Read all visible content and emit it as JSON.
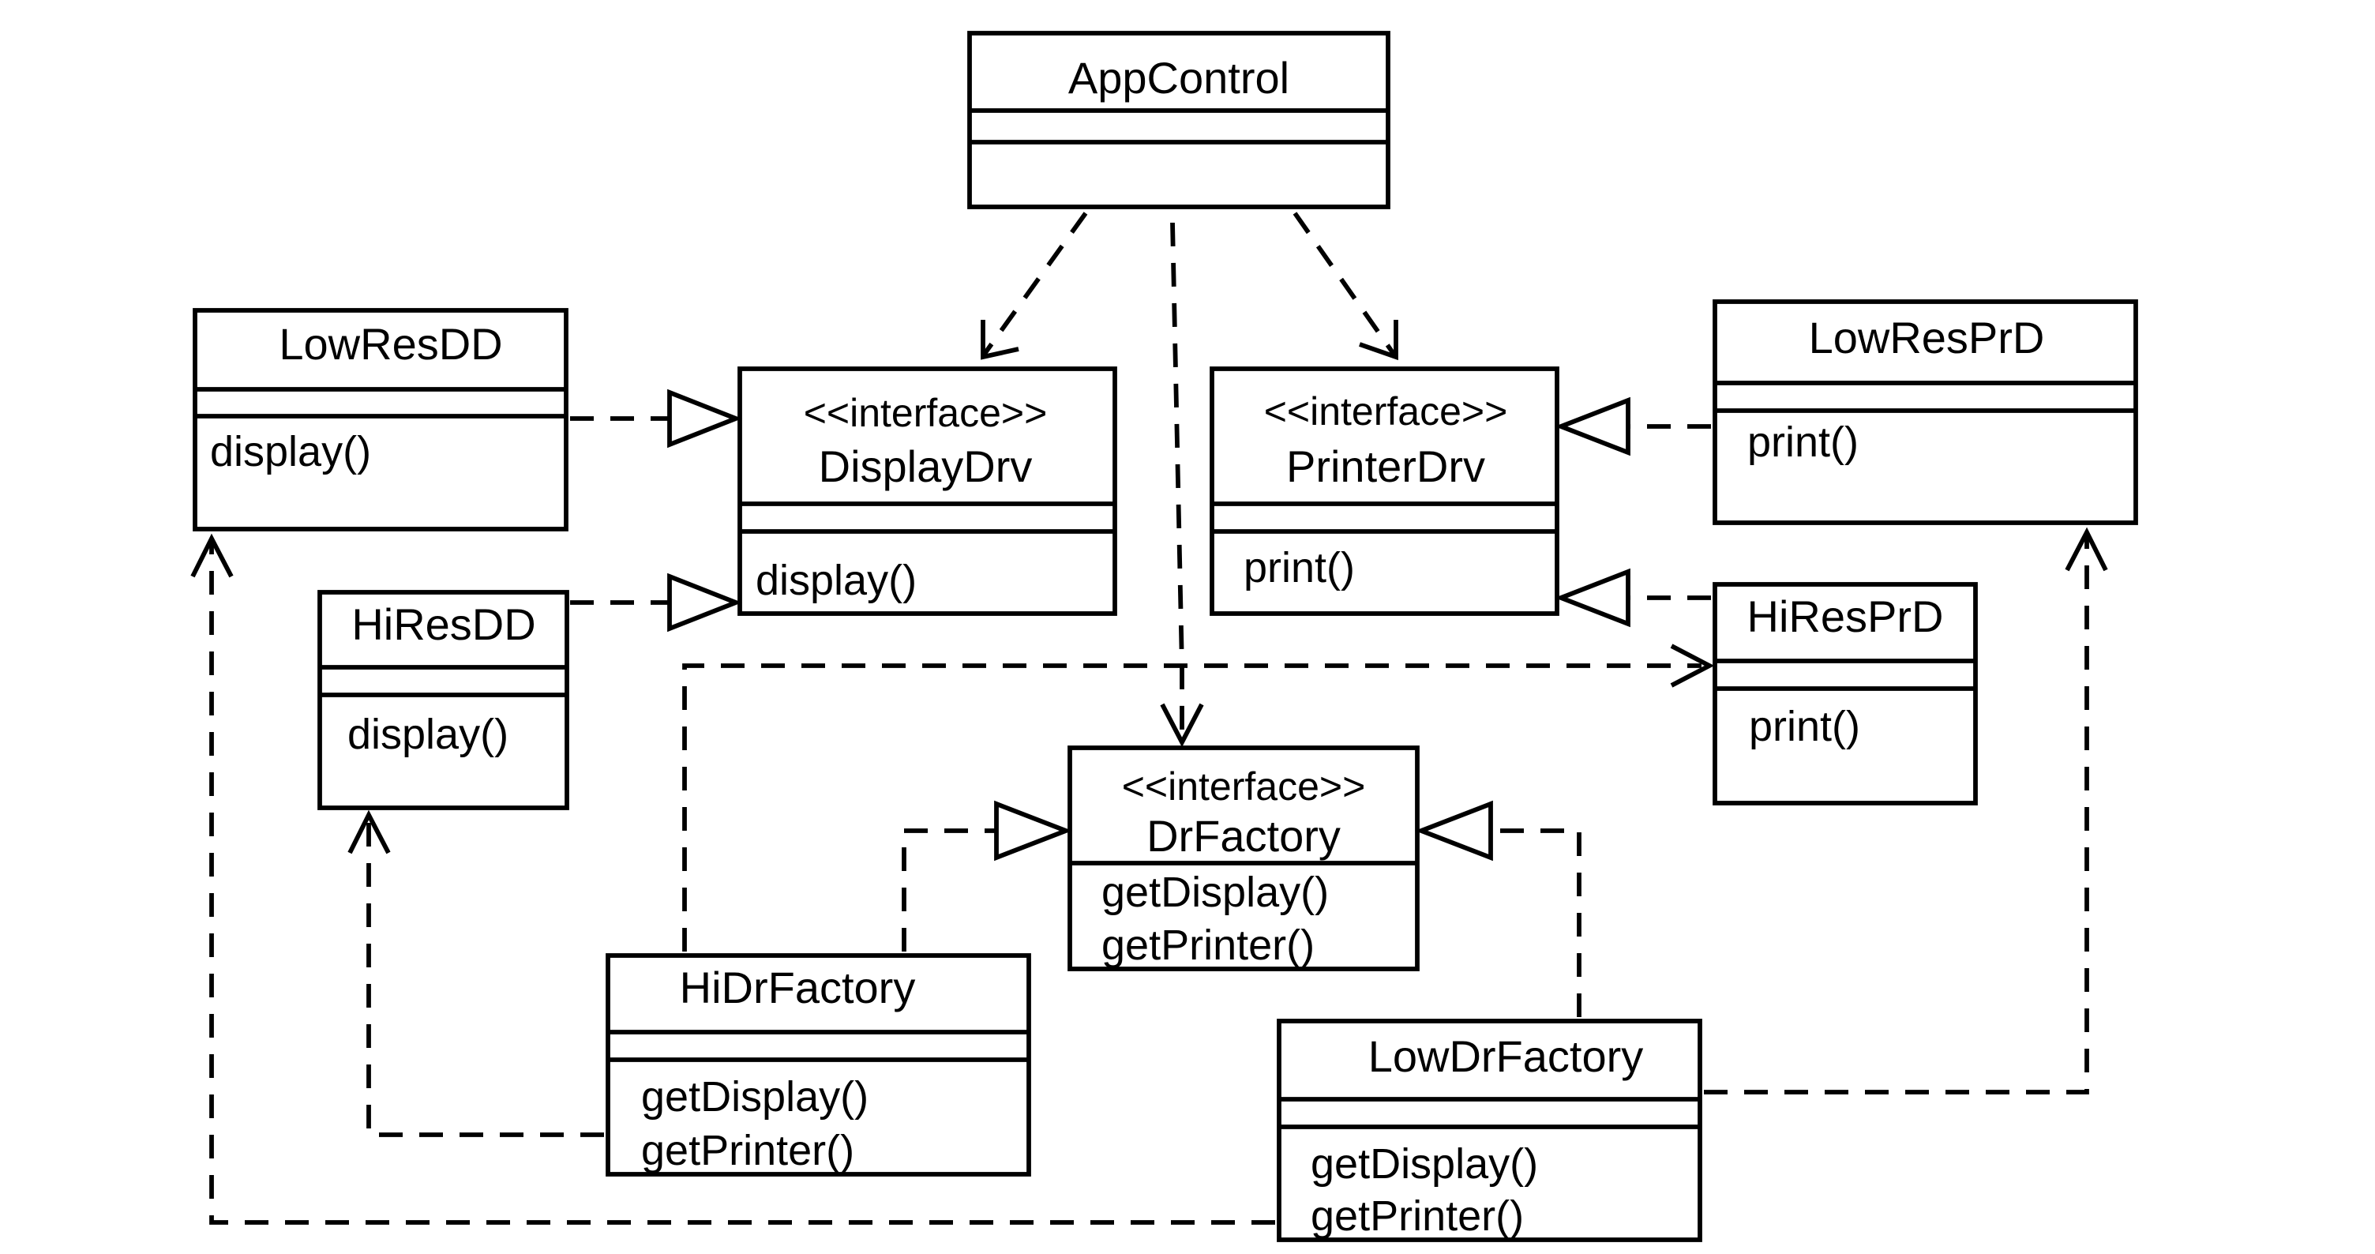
{
  "classes": {
    "appcontrol": {
      "name": "AppControl"
    },
    "lowresdd": {
      "name": "LowResDD",
      "op1": "display()"
    },
    "hiresdd": {
      "name": "HiResDD",
      "op1": "display()"
    },
    "displaydrv": {
      "stereotype": "<<interface>>",
      "name": "DisplayDrv",
      "op1": "display()"
    },
    "printerdrv": {
      "stereotype": "<<interface>>",
      "name": "PrinterDrv",
      "op1": "print()"
    },
    "lowresprd": {
      "name": "LowResPrD",
      "op1": "print()"
    },
    "hiresprd": {
      "name": "HiResPrD",
      "op1": "print()"
    },
    "drfactory": {
      "stereotype": "<<interface>>",
      "name": "DrFactory",
      "op1": "getDisplay()",
      "op2": "getPrinter()"
    },
    "hidrfactory": {
      "name": "HiDrFactory",
      "op1": "getDisplay()",
      "op2": "getPrinter()"
    },
    "lowdrfactory": {
      "name": "LowDrFactory",
      "op1": "getDisplay()",
      "op2": "getPrinter()"
    }
  },
  "relations": [
    {
      "from": "AppControl",
      "to": "DisplayDrv",
      "kind": "dependency"
    },
    {
      "from": "AppControl",
      "to": "PrinterDrv",
      "kind": "dependency"
    },
    {
      "from": "AppControl",
      "to": "DrFactory",
      "kind": "dependency"
    },
    {
      "from": "LowResDD",
      "to": "DisplayDrv",
      "kind": "realization"
    },
    {
      "from": "HiResDD",
      "to": "DisplayDrv",
      "kind": "realization"
    },
    {
      "from": "LowResPrD",
      "to": "PrinterDrv",
      "kind": "realization"
    },
    {
      "from": "HiResPrD",
      "to": "PrinterDrv",
      "kind": "realization"
    },
    {
      "from": "HiDrFactory",
      "to": "DrFactory",
      "kind": "realization"
    },
    {
      "from": "LowDrFactory",
      "to": "DrFactory",
      "kind": "realization"
    },
    {
      "from": "HiDrFactory",
      "to": "HiResDD",
      "kind": "dependency"
    },
    {
      "from": "HiDrFactory",
      "to": "HiResPrD",
      "kind": "dependency"
    },
    {
      "from": "LowDrFactory",
      "to": "LowResDD",
      "kind": "dependency"
    },
    {
      "from": "LowDrFactory",
      "to": "LowResPrD",
      "kind": "dependency"
    }
  ]
}
